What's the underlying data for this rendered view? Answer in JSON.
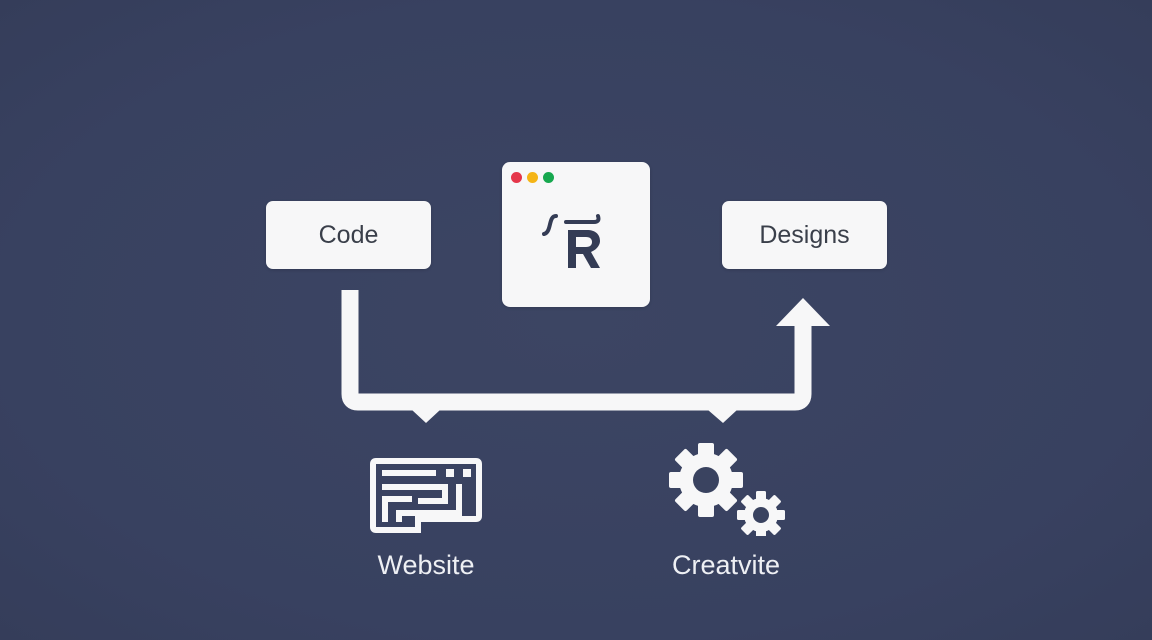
{
  "diagram": {
    "nodes": {
      "code": {
        "label": "Code"
      },
      "designs": {
        "label": "Designs"
      },
      "center_app": {
        "logo_text": "R",
        "window_dots": [
          {
            "name": "close",
            "color": "#e5364a"
          },
          {
            "name": "minimize",
            "color": "#f5b517"
          },
          {
            "name": "maximize",
            "color": "#17a84f"
          }
        ]
      }
    },
    "outputs": {
      "website": {
        "label": "Website",
        "icon": "website-layout-icon"
      },
      "creative": {
        "label": "Creatvite",
        "icon": "gears-icon"
      }
    },
    "connector": {
      "from": "Code",
      "to": "Designs",
      "branches": [
        "Website",
        "Creatvite"
      ]
    }
  },
  "colors": {
    "background": "#3a4360",
    "box": "#f7f7f8",
    "box_text": "#3a3f4a",
    "line": "#f7f7f8",
    "logo": "#343c55"
  }
}
